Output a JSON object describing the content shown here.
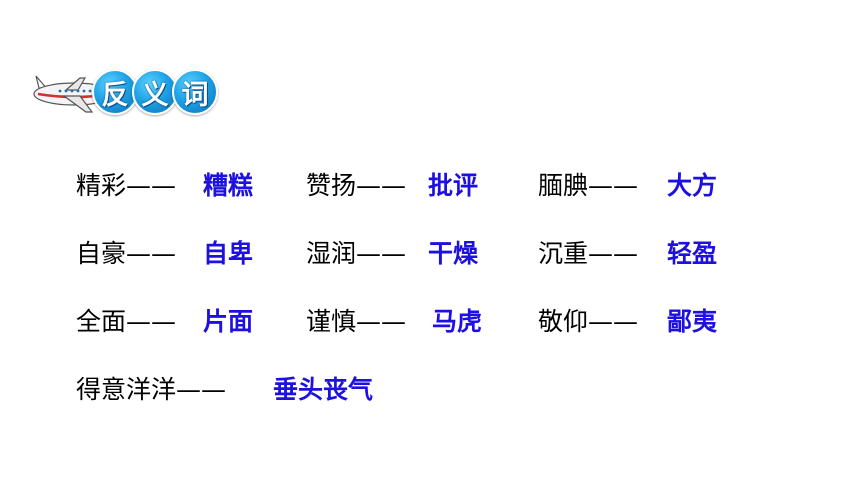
{
  "header": {
    "title_chars": [
      "反",
      "义",
      "词"
    ]
  },
  "colors": {
    "word": "#000000",
    "answer": "#1e10e0",
    "bubble": "#1ea2e6",
    "plane_stripe": "#d32f2f"
  },
  "rows": [
    [
      {
        "word": "精彩——",
        "answer": "糟糕"
      },
      {
        "word": "赞扬——",
        "answer": "批评"
      },
      {
        "word": "腼腆——",
        "answer": "大方"
      }
    ],
    [
      {
        "word": "自豪——",
        "answer": "自卑"
      },
      {
        "word": "湿润——",
        "answer": "干燥"
      },
      {
        "word": "沉重——",
        "answer": "轻盈"
      }
    ],
    [
      {
        "word": "全面——",
        "answer": "片面"
      },
      {
        "word": "谨慎——",
        "answer": "马虎"
      },
      {
        "word": "敬仰——",
        "answer": "鄙夷"
      }
    ],
    [
      {
        "word": "得意洋洋——",
        "answer": "垂头丧气"
      }
    ]
  ]
}
